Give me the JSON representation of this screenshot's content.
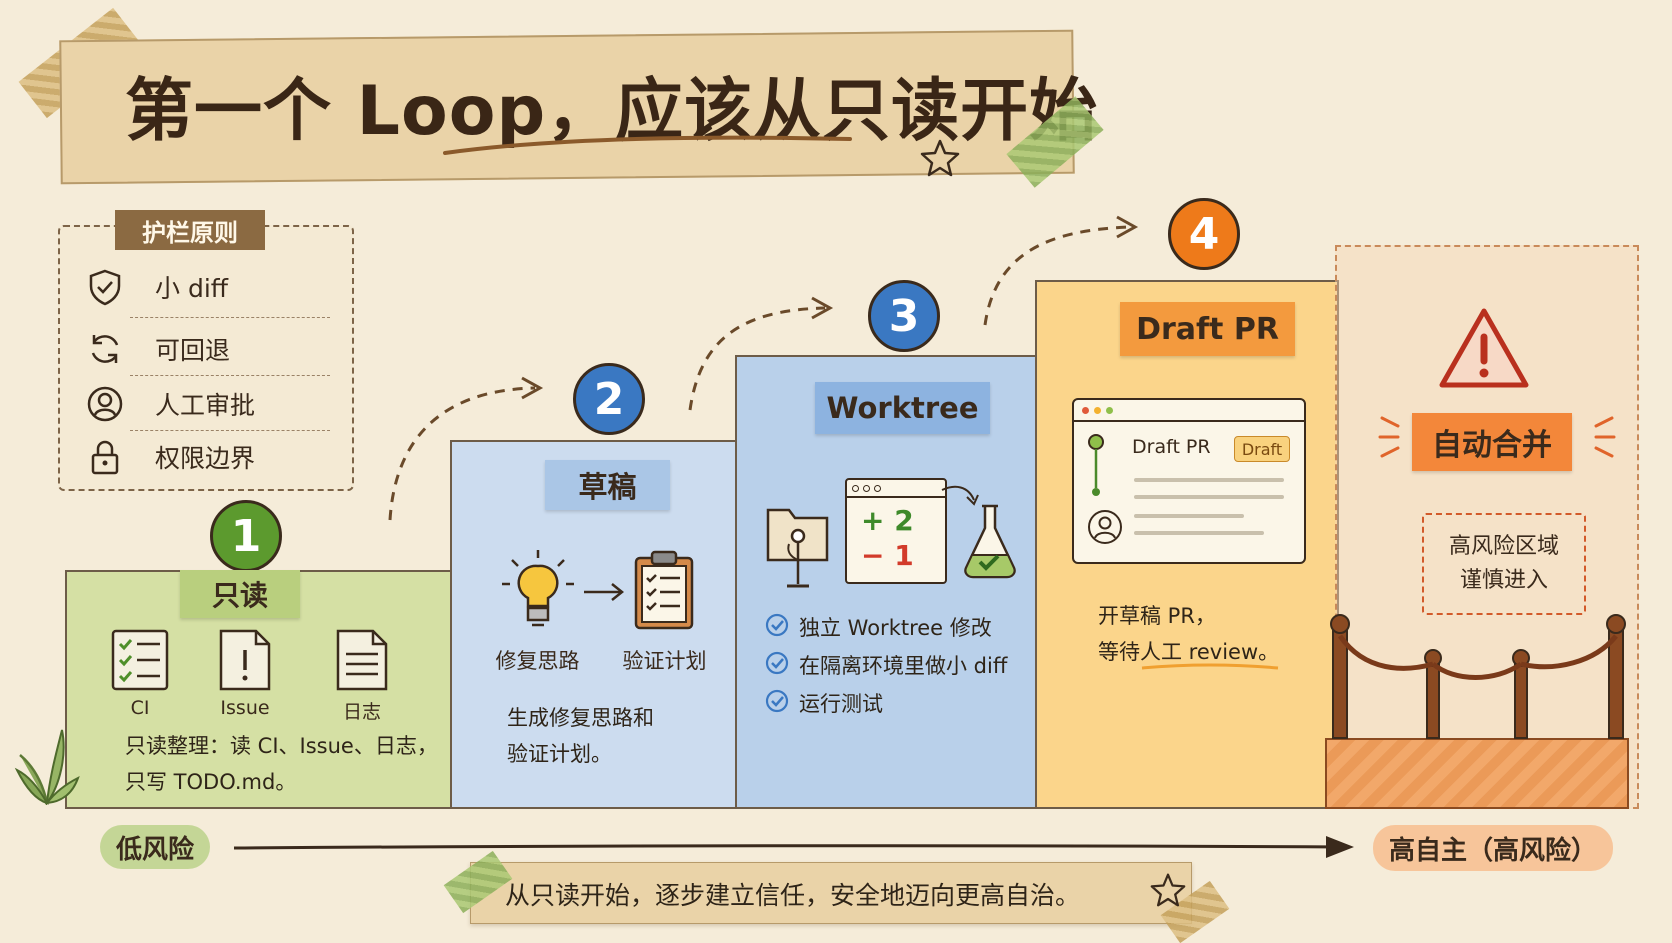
{
  "title": "第一个 Loop，应该从只读开始",
  "guardrails": {
    "header": "护栏原则",
    "items": [
      {
        "label": "小 diff",
        "icon": "shield-check-icon"
      },
      {
        "label": "可回退",
        "icon": "refresh-icon"
      },
      {
        "label": "人工审批",
        "icon": "person-icon"
      },
      {
        "label": "权限边界",
        "icon": "lock-icon"
      }
    ]
  },
  "steps": [
    {
      "number": "1",
      "label": "只读",
      "icons": [
        {
          "label": "CI",
          "icon": "checklist-icon"
        },
        {
          "label": "Issue",
          "icon": "issue-doc-icon"
        },
        {
          "label": "日志",
          "icon": "log-doc-icon"
        }
      ],
      "desc_line1": "只读整理：读 CI、Issue、日志，",
      "desc_line2": "只写 TODO.md。"
    },
    {
      "number": "2",
      "label": "草稿",
      "icons": [
        {
          "label": "修复思路",
          "icon": "lightbulb-icon"
        },
        {
          "label": "验证计划",
          "icon": "clipboard-icon"
        }
      ],
      "desc_line1": "生成修复思路和",
      "desc_line2": "验证计划。"
    },
    {
      "number": "3",
      "label": "Worktree",
      "diff_add": "+ 2",
      "diff_del": "− 1",
      "checks": [
        "独立 Worktree 修改",
        "在隔离环境里做小 diff",
        "运行测试"
      ]
    },
    {
      "number": "4",
      "label": "Draft PR",
      "window_title": "Draft PR",
      "badge": "Draft",
      "desc_line1": "开草稿 PR，",
      "desc_line2": "等待人工 review。"
    },
    {
      "label": "自动合并",
      "note_line1": "高风险区域",
      "note_line2": "谨慎进入"
    }
  ],
  "axis": {
    "low": "低风险",
    "high": "高自主（高风险）"
  },
  "footer": "从只读开始，逐步建立信任，安全地迈向更高自治。",
  "colors": {
    "green": "#b9cf7e",
    "blue": "#c9dcee",
    "blue_deep": "#b6cfea",
    "orange": "#fbd68c",
    "tag_orange": "#f39a3e",
    "num_green": "#5c9a2e",
    "num_blue": "#3a78c2",
    "num_orange": "#ee7a1a"
  }
}
